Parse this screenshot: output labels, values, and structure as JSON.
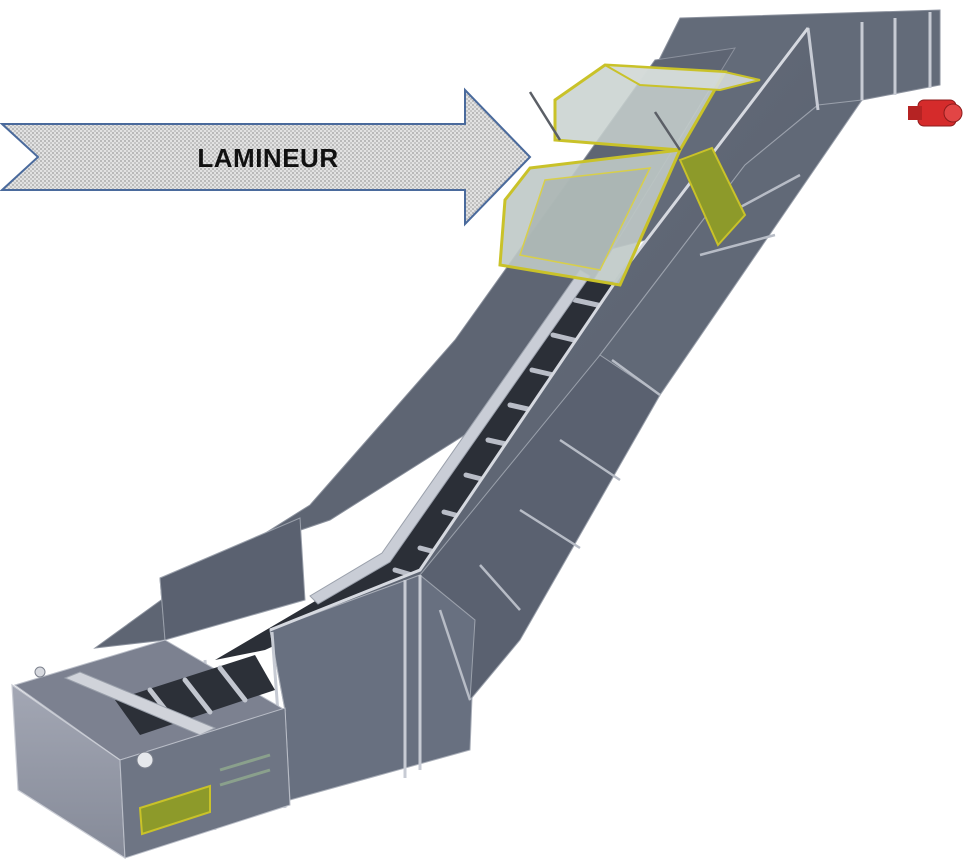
{
  "diagram": {
    "arrow_label": "LAMINEUR",
    "colors": {
      "background": "#ffffff",
      "body_steel": "#5d6573",
      "body_steel_light": "#727a88",
      "body_steel_dark": "#474e5b",
      "frame_edge": "#c7cbd4",
      "hopper_body": "#bcc7c4",
      "hopper_outline": "#c9c229",
      "plate_green": "#8d9a2a",
      "motor_red": "#d52b2b",
      "arrow_fill": "#dcdcdc",
      "arrow_pattern": "#a8a8a8",
      "arrow_stroke": "#4a6a9c"
    },
    "components": {
      "arrow": "direction-arrow",
      "hopper": "feed-hopper",
      "conveyor": "inclined-chain-conveyor",
      "motor": "drive-motor",
      "base": "base-tank"
    }
  }
}
